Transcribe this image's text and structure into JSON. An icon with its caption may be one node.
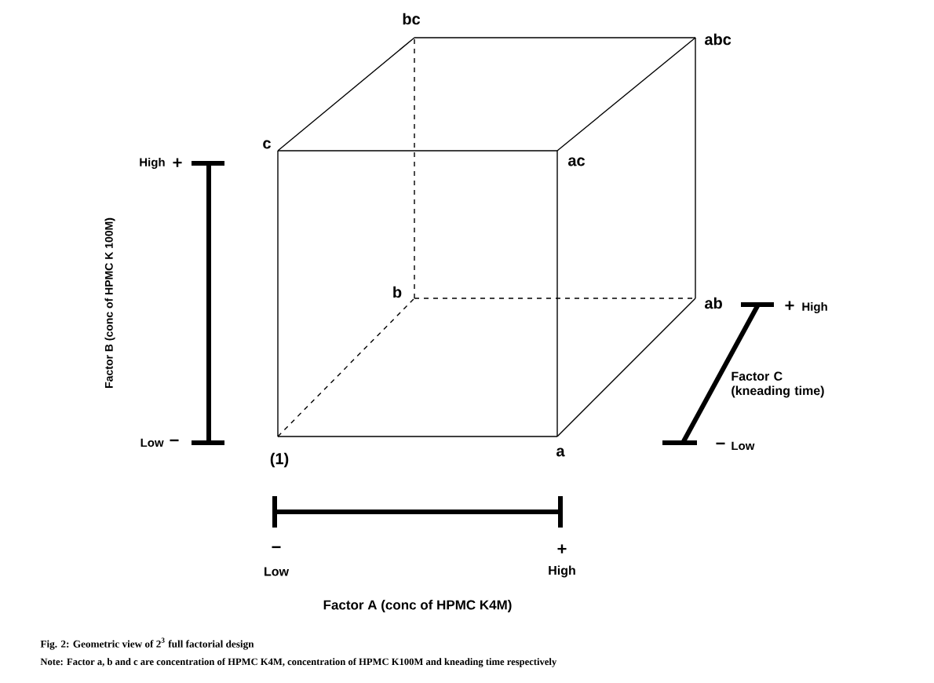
{
  "diagram": {
    "caption": "Fig. 2: Geometric view of 2$^{3}$ full factorial design",
    "labels": [
      "bc",
      "abc",
      "c",
      "High",
      "+",
      "ac",
      "Factor B (conc of HPMC K 100M)",
      "b",
      "ab",
      "+",
      "High",
      "Factor C (kneading time)",
      "Low",
      "−",
      "−",
      "Low",
      "(1)",
      "a",
      "−",
      "+",
      "Low",
      "High",
      "Factor A (conc of HPMC K4M)",
      "Note: Factor a, b and c are concentration of HPMC K4M, concentration of HPMC K100M and kneading time respectively"
    ]
  }
}
